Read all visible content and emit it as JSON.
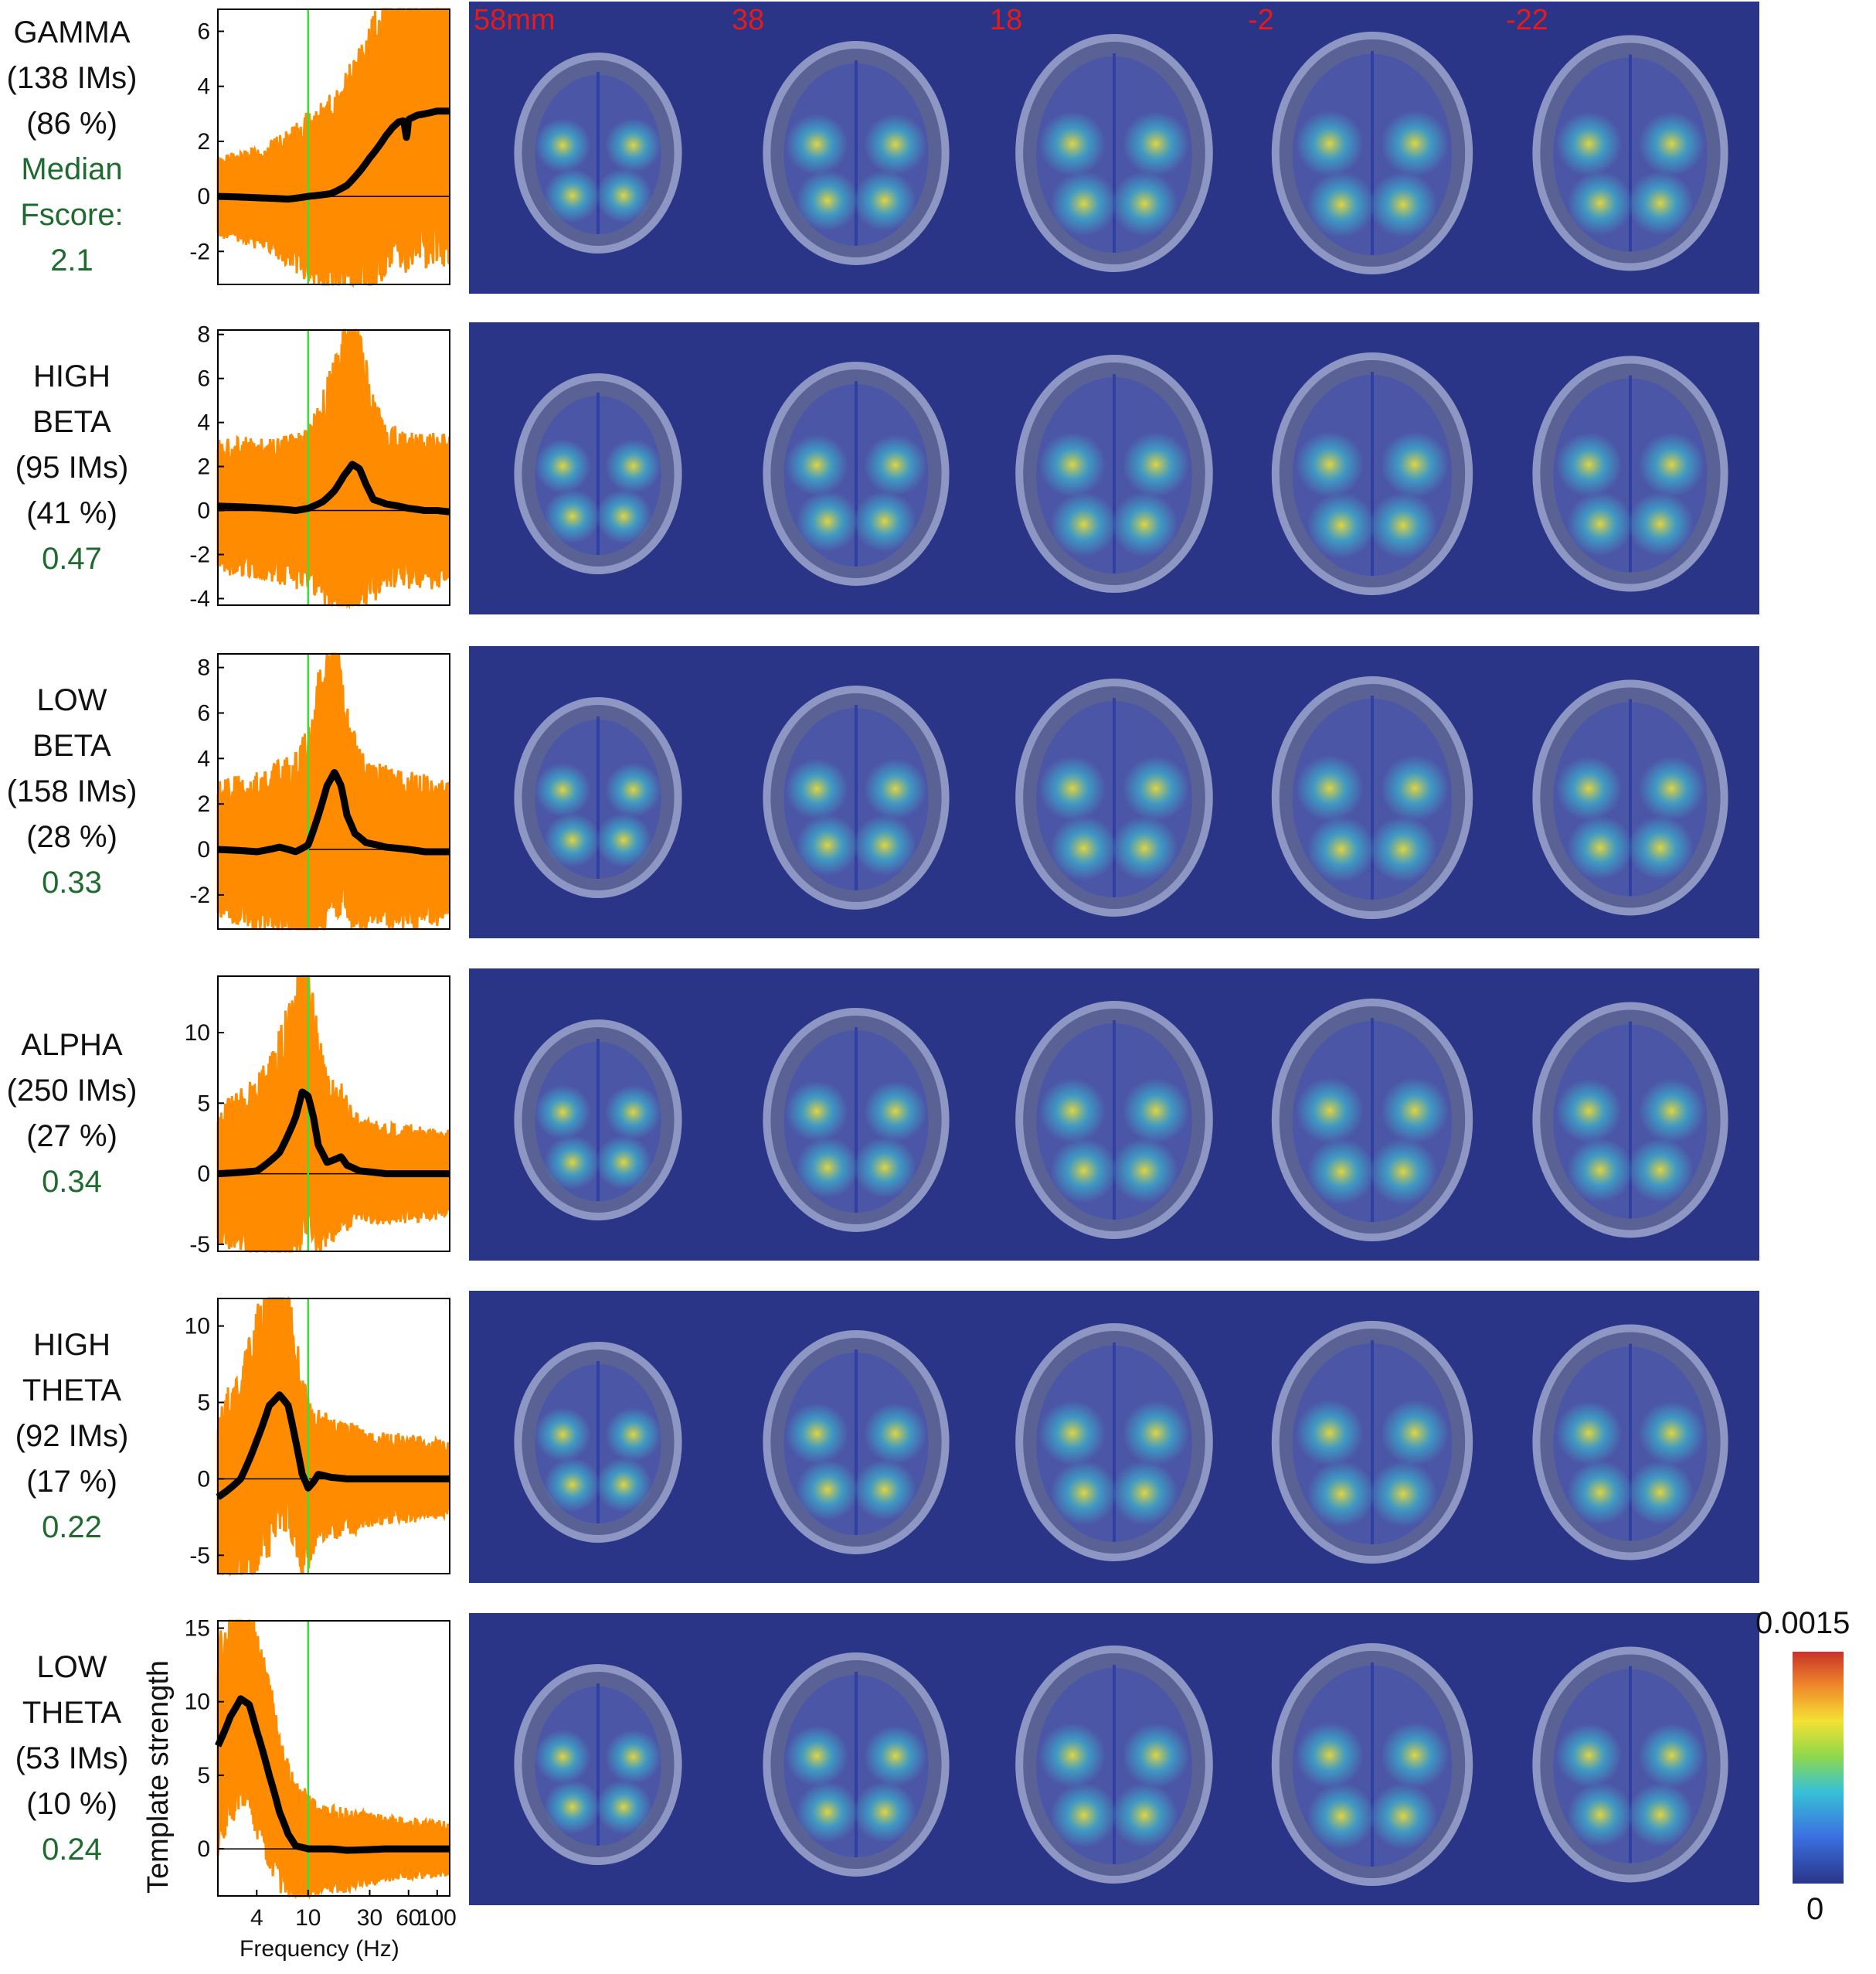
{
  "slice_labels": [
    "58mm",
    "38",
    "18",
    "-2",
    "-22"
  ],
  "colors": {
    "spectra": "#ff8c00",
    "template": "#000000",
    "marker": "#38e038",
    "label_green": "#1f6b2f",
    "slice_label": "#e31b1b",
    "background_map": "#2a3588"
  },
  "rows": [
    {
      "band": "GAMMA",
      "band2": "",
      "ims": "(138 IMs)",
      "pct": "(86 %)",
      "fscore_caption": "Median",
      "fscore_caption2": "Fscore:",
      "fscore": "2.1",
      "yticks": [
        "6",
        "4",
        "2",
        "0",
        "-2"
      ],
      "ylim": [
        -3.2,
        6.8
      ],
      "template": [
        [
          2,
          0
        ],
        [
          4,
          -0.05
        ],
        [
          7,
          -0.1
        ],
        [
          10,
          0
        ],
        [
          15,
          0.1
        ],
        [
          20,
          0.4
        ],
        [
          25,
          0.9
        ],
        [
          30,
          1.4
        ],
        [
          35,
          1.8
        ],
        [
          40,
          2.2
        ],
        [
          45,
          2.5
        ],
        [
          50,
          2.7
        ],
        [
          55,
          2.75
        ],
        [
          58,
          2.1
        ],
        [
          60,
          2.8
        ],
        [
          70,
          2.95
        ],
        [
          80,
          3.0
        ],
        [
          90,
          3.05
        ],
        [
          100,
          3.1
        ],
        [
          120,
          3.1
        ]
      ],
      "spread": [
        [
          2,
          1.2
        ],
        [
          10,
          2.5
        ],
        [
          20,
          3.4
        ],
        [
          30,
          4
        ],
        [
          40,
          4.3
        ],
        [
          60,
          4.4
        ],
        [
          120,
          4.6
        ]
      ]
    },
    {
      "band": "HIGH",
      "band2": "BETA",
      "ims": "(95 IMs)",
      "pct": "(41 %)",
      "fscore_caption": "",
      "fscore_caption2": "",
      "fscore": "0.47",
      "yticks": [
        "8",
        "6",
        "4",
        "2",
        "0",
        "-2",
        "-4"
      ],
      "ylim": [
        -4.3,
        8.2
      ],
      "template": [
        [
          2,
          0.2
        ],
        [
          5,
          0.1
        ],
        [
          8,
          0
        ],
        [
          10,
          0.1
        ],
        [
          13,
          0.4
        ],
        [
          16,
          0.9
        ],
        [
          19,
          1.6
        ],
        [
          22,
          2.1
        ],
        [
          25,
          1.9
        ],
        [
          28,
          1.2
        ],
        [
          32,
          0.5
        ],
        [
          40,
          0.3
        ],
        [
          60,
          0.1
        ],
        [
          80,
          0
        ],
        [
          100,
          0
        ],
        [
          120,
          -0.05
        ]
      ],
      "spread": [
        [
          2,
          2.5
        ],
        [
          10,
          3
        ],
        [
          16,
          5
        ],
        [
          22,
          6.5
        ],
        [
          30,
          4
        ],
        [
          40,
          3
        ],
        [
          120,
          2.8
        ]
      ]
    },
    {
      "band": "LOW",
      "band2": "BETA",
      "ims": "(158 IMs)",
      "pct": "(28 %)",
      "fscore_caption": "",
      "fscore_caption2": "",
      "fscore": "0.33",
      "yticks": [
        "8",
        "6",
        "4",
        "2",
        "0",
        "-2"
      ],
      "ylim": [
        -3.5,
        8.6
      ],
      "template": [
        [
          2,
          0
        ],
        [
          4,
          -0.1
        ],
        [
          6,
          0.1
        ],
        [
          8,
          -0.1
        ],
        [
          10,
          0.2
        ],
        [
          12,
          1.5
        ],
        [
          14,
          2.8
        ],
        [
          16,
          3.4
        ],
        [
          18,
          2.8
        ],
        [
          20,
          1.5
        ],
        [
          23,
          0.7
        ],
        [
          28,
          0.3
        ],
        [
          40,
          0.1
        ],
        [
          60,
          0
        ],
        [
          80,
          -0.1
        ],
        [
          120,
          -0.1
        ]
      ],
      "spread": [
        [
          2,
          2.5
        ],
        [
          8,
          3.5
        ],
        [
          14,
          6
        ],
        [
          20,
          4
        ],
        [
          30,
          3
        ],
        [
          120,
          2.5
        ]
      ]
    },
    {
      "band": "ALPHA",
      "band2": "",
      "ims": "(250 IMs)",
      "pct": "(27 %)",
      "fscore_caption": "",
      "fscore_caption2": "",
      "fscore": "0.34",
      "yticks": [
        "10",
        "5",
        "0",
        "-5"
      ],
      "ylim": [
        -5.5,
        14
      ],
      "template": [
        [
          2,
          0
        ],
        [
          4,
          0.2
        ],
        [
          6,
          1.5
        ],
        [
          8,
          4
        ],
        [
          9,
          5.8
        ],
        [
          10,
          5.5
        ],
        [
          11,
          4
        ],
        [
          12,
          2
        ],
        [
          14,
          0.8
        ],
        [
          18,
          1.2
        ],
        [
          20,
          0.6
        ],
        [
          25,
          0.2
        ],
        [
          40,
          0
        ],
        [
          60,
          0
        ],
        [
          120,
          0
        ]
      ],
      "spread": [
        [
          2,
          4
        ],
        [
          6,
          7
        ],
        [
          9,
          9
        ],
        [
          14,
          5
        ],
        [
          25,
          3
        ],
        [
          120,
          2.5
        ]
      ]
    },
    {
      "band": "HIGH",
      "band2": "THETA",
      "ims": "(92 IMs)",
      "pct": "(17 %)",
      "fscore_caption": "",
      "fscore_caption2": "",
      "fscore": "0.22",
      "yticks": [
        "10",
        "5",
        "0",
        "-5"
      ],
      "ylim": [
        -6.2,
        11.8
      ],
      "template": [
        [
          2,
          -1.2
        ],
        [
          3,
          0
        ],
        [
          4,
          2.5
        ],
        [
          5,
          4.8
        ],
        [
          6,
          5.5
        ],
        [
          7,
          4.8
        ],
        [
          8,
          2.5
        ],
        [
          9,
          0.3
        ],
        [
          10,
          -0.6
        ],
        [
          11,
          -0.2
        ],
        [
          12,
          0.3
        ],
        [
          15,
          0.1
        ],
        [
          20,
          0
        ],
        [
          40,
          0
        ],
        [
          60,
          0
        ],
        [
          120,
          0
        ]
      ],
      "spread": [
        [
          2,
          5
        ],
        [
          5,
          8
        ],
        [
          8,
          6
        ],
        [
          12,
          3.5
        ],
        [
          30,
          2.5
        ],
        [
          120,
          2
        ]
      ]
    },
    {
      "band": "LOW",
      "band2": "THETA",
      "ims": "(53 IMs)",
      "pct": "(10 %)",
      "fscore_caption": "",
      "fscore_caption2": "",
      "fscore": "0.24",
      "yticks": [
        "15",
        "10",
        "5",
        "0"
      ],
      "ylim": [
        -3.2,
        15.5
      ],
      "template": [
        [
          2,
          7
        ],
        [
          2.5,
          9
        ],
        [
          3,
          10.2
        ],
        [
          3.5,
          9.8
        ],
        [
          4,
          8
        ],
        [
          5,
          5
        ],
        [
          6,
          2.5
        ],
        [
          7,
          1
        ],
        [
          8,
          0.2
        ],
        [
          10,
          0
        ],
        [
          15,
          0
        ],
        [
          20,
          -0.1
        ],
        [
          40,
          0
        ],
        [
          60,
          0
        ],
        [
          120,
          0
        ]
      ],
      "spread": [
        [
          2,
          6
        ],
        [
          4,
          6
        ],
        [
          7,
          4
        ],
        [
          12,
          2.5
        ],
        [
          40,
          1.8
        ],
        [
          120,
          1.5
        ]
      ],
      "xticks": [
        "4",
        "10",
        "30",
        "60",
        "100"
      ],
      "ylabel": "Template strength",
      "xlabel": "Frequency (Hz)"
    }
  ],
  "colorbar": {
    "max_label": "0.0015",
    "min_label": "0"
  }
}
